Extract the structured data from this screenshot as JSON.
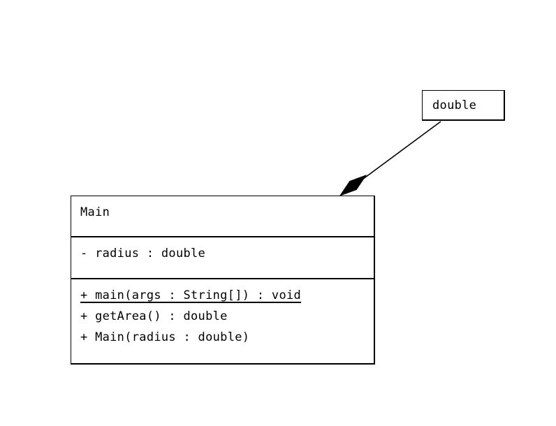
{
  "page": {
    "background": "#ffffff",
    "ink": "#000000"
  },
  "uml": {
    "main_class": {
      "name": "Main",
      "attributes": [
        {
          "text": "- radius : double",
          "visibility": "private"
        }
      ],
      "methods": [
        {
          "text": "+ main(args : String[]) : void",
          "visibility": "public",
          "static": true
        },
        {
          "text": "+ getArea() : double",
          "visibility": "public",
          "static": false
        },
        {
          "text": "+ Main(radius : double)",
          "visibility": "public",
          "static": false
        }
      ]
    },
    "type_node": {
      "name": "double"
    },
    "relationship": {
      "kind": "composition",
      "diamond": "filled",
      "diamond_at": "Main",
      "from": "double",
      "to": "Main"
    }
  }
}
